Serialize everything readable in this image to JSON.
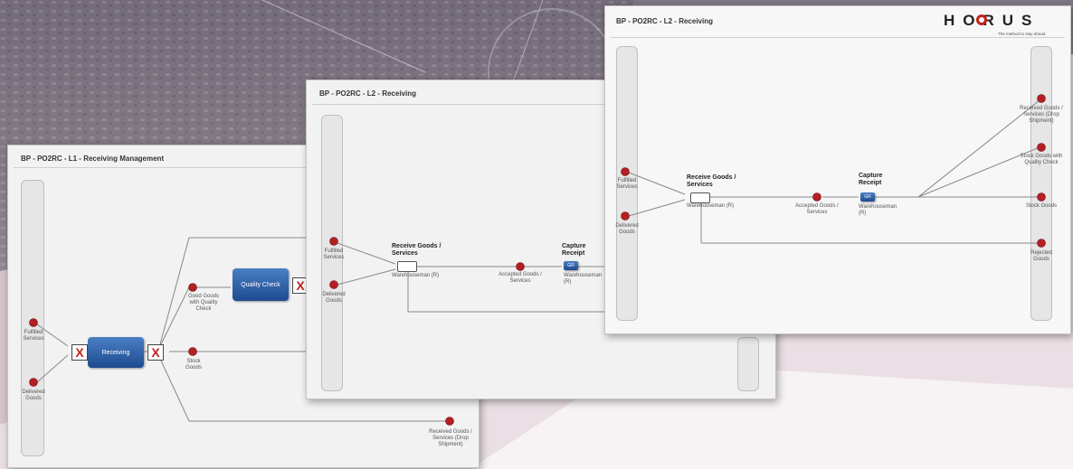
{
  "colors": {
    "node_blue": "#2a5fa8",
    "dot_red": "#b31f24",
    "gate_red": "#c0231f",
    "panel_bg": "#f2f2f2"
  },
  "brand": {
    "name": "HORUS",
    "tagline": "The method to stay ahead"
  },
  "panel1": {
    "title": "BP - PO2RC - L1 - Receiving Management",
    "events": [
      "Fulfilled Services",
      "Delivered Goods"
    ],
    "activities": [
      "Receiving",
      "Quality Check"
    ],
    "outcomes": [
      "Good Goods with Quality Check",
      "Stock Goods",
      "Received Goods / Services (Drop Shipment)"
    ]
  },
  "panel2": {
    "title": "BP - PO2RC - L2 - Receiving",
    "events": [
      "Fulfilled Services",
      "Delivered Goods"
    ],
    "activity": "Receive Goods / Services",
    "role": "Warehouseman (R)",
    "intermediate": "Accepted Goods / Services",
    "capture": "Capture Receipt",
    "capture_tag": "GR",
    "capture_role": "Warehouseman (R)"
  },
  "panel3": {
    "title": "BP - PO2RC - L2 - Receiving",
    "events": [
      "Fulfilled Services",
      "Delivered Goods"
    ],
    "activity": "Receive Goods / Services",
    "role": "Warehouseman (R)",
    "intermediate": "Accepted Goods / Services",
    "capture": "Capture Receipt",
    "capture_tag": "GR",
    "capture_role": "Warehouseman (R)",
    "outcomes": [
      "Received Goods / Services (Drop Shipment)",
      "Stock Goods with Quality Check",
      "Stock Goods",
      "Rejected Goods"
    ]
  }
}
